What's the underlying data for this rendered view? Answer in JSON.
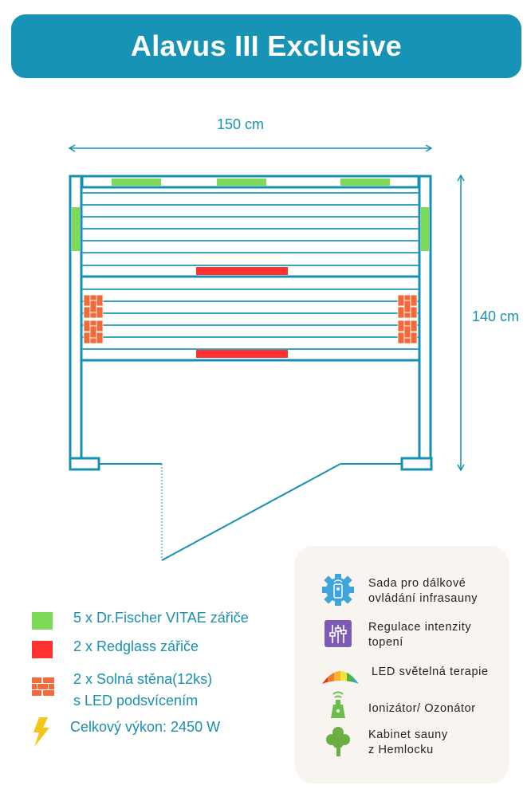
{
  "header": {
    "title": "Alavus III Exclusive"
  },
  "dimensions": {
    "width": "150 cm",
    "depth": "140 cm"
  },
  "legend": [
    {
      "icon": "green-square",
      "color": "#7ed957",
      "line1": "5 x Dr.Fischer VITAE zářiče"
    },
    {
      "icon": "red-square",
      "color": "#ff3131",
      "line1": "2 x Redglass zářiče"
    },
    {
      "icon": "brick-wall-icon",
      "color": "#f26a3a",
      "line1": "2 x Solná stěna(12ks)",
      "line2": "s LED podsvícením"
    },
    {
      "icon": "lightning-icon",
      "color": "#f5c518",
      "line1": "Celkový výkon: 2450 W"
    }
  ],
  "features": [
    {
      "icon": "remote-gear-icon",
      "line1": "Sada pro dálkové",
      "line2": "ovládání infrasauny"
    },
    {
      "icon": "sliders-icon",
      "line1": "Regulace intenzity",
      "line2": "topení"
    },
    {
      "icon": "rainbow-icon",
      "line1": "LED světelná terapie"
    },
    {
      "icon": "ionizer-icon",
      "line1": "Ionizátor/ Ozonátor"
    },
    {
      "icon": "tree-icon",
      "line1": "Kabinet sauny",
      "line2": "z Hemlocku"
    }
  ],
  "colors": {
    "accent": "#1793b6",
    "line": "#1590b4",
    "green": "#7ed957",
    "red": "#ff3131",
    "brick": "#f26a3a"
  }
}
